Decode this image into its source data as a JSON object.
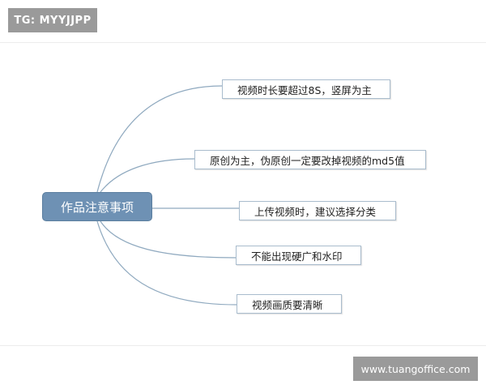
{
  "watermark_top": "TG: MYYJJPP",
  "watermark_bottom": "www.tuangoffice.com",
  "mindmap": {
    "root": "作品注意事项",
    "branches": [
      "视频时长要超过8S，竖屏为主",
      "原创为主，伪原创一定要改掉视频的md5值",
      "上传视频时，建议选择分类",
      "不能出现硬广和水印",
      "视频画质要清晰"
    ]
  },
  "colors": {
    "root_fill": "#6e91b4",
    "connector": "#8fa9bf",
    "node_border": "#a9bccd",
    "watermark_fill": "#9a9a9a"
  }
}
